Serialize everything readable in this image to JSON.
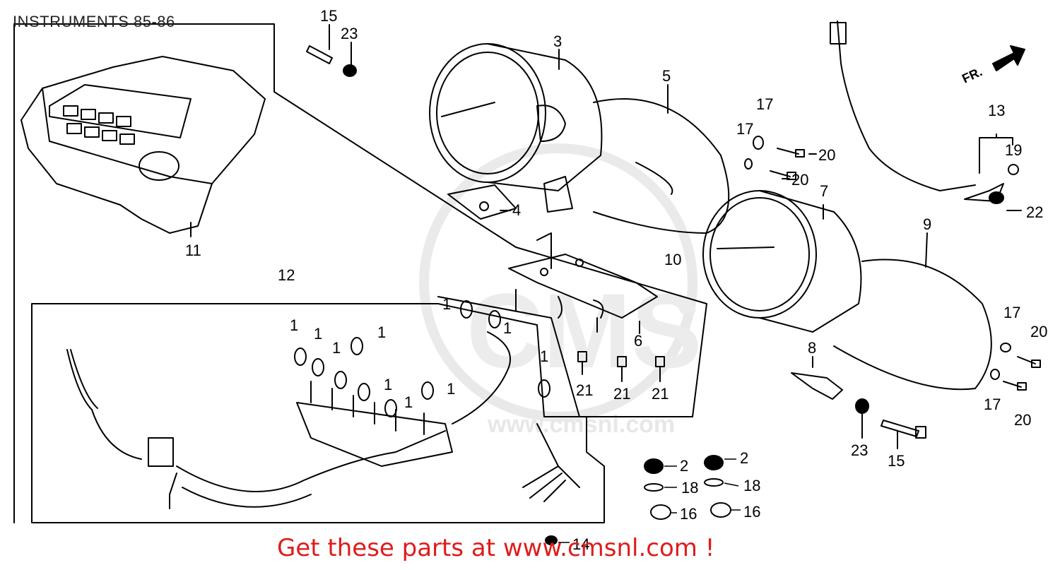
{
  "title": "INSTRUMENTS 85-86",
  "footer": "Get these parts at www.cmsnl.com !",
  "watermark": "www.cmsnl.com",
  "direction_label": "FR.",
  "colors": {
    "line": "#000000",
    "watermark": "#dcdcdc",
    "footer": "#e01b1b"
  },
  "callouts": [
    {
      "text": "15"
    },
    {
      "text": "23"
    },
    {
      "text": "3"
    },
    {
      "text": "5"
    },
    {
      "text": "17"
    },
    {
      "text": "17"
    },
    {
      "text": "20"
    },
    {
      "text": "20"
    },
    {
      "text": "13"
    },
    {
      "text": "19"
    },
    {
      "text": "22"
    },
    {
      "text": "4"
    },
    {
      "text": "7"
    },
    {
      "text": "9"
    },
    {
      "text": "11"
    },
    {
      "text": "12"
    },
    {
      "text": "10"
    },
    {
      "text": "6"
    },
    {
      "text": "1"
    },
    {
      "text": "1"
    },
    {
      "text": "1"
    },
    {
      "text": "1"
    },
    {
      "text": "1"
    },
    {
      "text": "1"
    },
    {
      "text": "1"
    },
    {
      "text": "1"
    },
    {
      "text": "1"
    },
    {
      "text": "1"
    },
    {
      "text": "21"
    },
    {
      "text": "21"
    },
    {
      "text": "21"
    },
    {
      "text": "8"
    },
    {
      "text": "17"
    },
    {
      "text": "20"
    },
    {
      "text": "17"
    },
    {
      "text": "20"
    },
    {
      "text": "23"
    },
    {
      "text": "15"
    },
    {
      "text": "2"
    },
    {
      "text": "2"
    },
    {
      "text": "18"
    },
    {
      "text": "18"
    },
    {
      "text": "16"
    },
    {
      "text": "16"
    },
    {
      "text": "14"
    }
  ]
}
